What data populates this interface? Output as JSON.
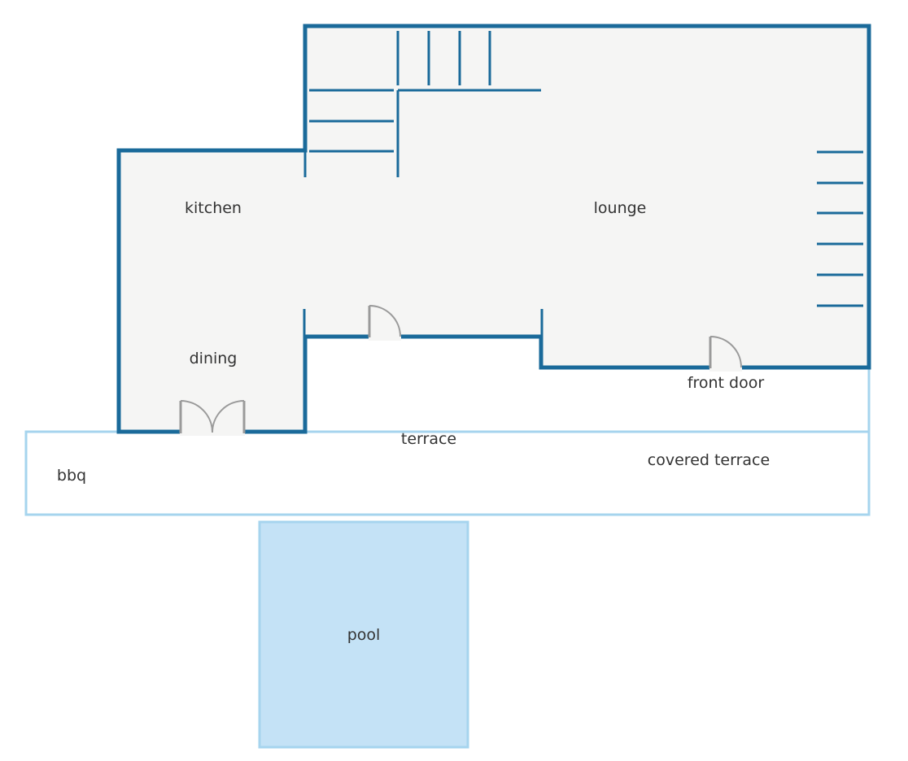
{
  "labels": {
    "kitchen": "kitchen",
    "lounge": "lounge",
    "dining": "dining",
    "front_door": "front door",
    "terrace": "terrace",
    "covered_terrace": "covered terrace",
    "bbq": "bbq",
    "pool": "pool"
  },
  "colors": {
    "wall": "#1a6a9a",
    "interior_floor": "#f5f5f4",
    "terrace_outline": "#a6d4ee",
    "pool_fill": "#c4e2f6",
    "pool_outline": "#a6d4ee",
    "door": "#9a9a9a",
    "text": "#333333",
    "background": "#ffffff"
  }
}
